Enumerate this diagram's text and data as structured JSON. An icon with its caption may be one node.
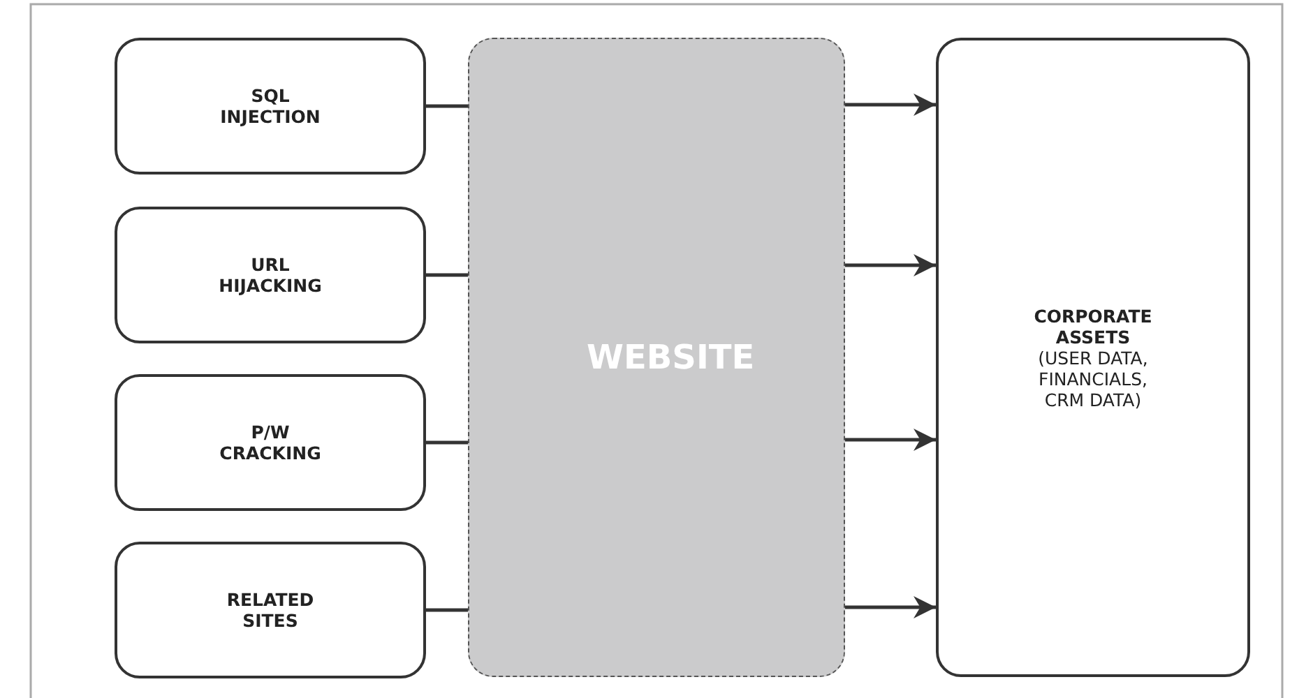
{
  "diagram": {
    "nodes": [
      {
        "text": [
          "SQL INJECTION"
        ]
      },
      {
        "text": [
          "URL HIJACKING"
        ]
      },
      {
        "text": [
          "P/W CRACKING"
        ]
      },
      {
        "text": [
          "RELATED SITES"
        ]
      },
      {
        "text": [
          "WEBSITE"
        ]
      },
      {
        "text": [
          "CORPORATE ASSETS",
          "(USER DATA, FINANCIALS, CRM DATA)"
        ]
      }
    ],
    "edges": [
      {
        "from": 0,
        "to": 4,
        "arrow": "none"
      },
      {
        "from": 1,
        "to": 4,
        "arrow": "none"
      },
      {
        "from": 2,
        "to": 4,
        "arrow": "none"
      },
      {
        "from": 3,
        "to": 4,
        "arrow": "none"
      },
      {
        "from": 4,
        "to": 5,
        "arrow": "to"
      },
      {
        "from": 4,
        "to": 5,
        "arrow": "to"
      },
      {
        "from": 4,
        "to": 5,
        "arrow": "to"
      },
      {
        "from": 4,
        "to": 5,
        "arrow": "to"
      }
    ]
  }
}
